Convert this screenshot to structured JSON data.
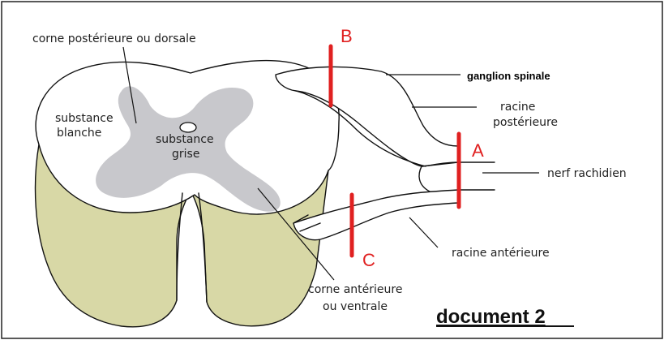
{
  "labels": {
    "corne_posterieure": "corne postérieure ou dorsale",
    "substance_blanche_1": "substance",
    "substance_blanche_2": "blanche",
    "substance_grise_1": "substance",
    "substance_grise_2": "grise",
    "ganglion_spinale": "ganglion spinale",
    "racine_posterieure_1": "racine",
    "racine_posterieure_2": "postérieure",
    "nerf_rachidien": "nerf rachidien",
    "racine_anterieure": "racine antérieure",
    "corne_anterieure_1": "corne antérieure",
    "corne_anterieure_2": "ou ventrale"
  },
  "cut_letters": {
    "a": "A",
    "b": "B",
    "c": "C"
  },
  "document_title": "document 2",
  "colors": {
    "cut_marks": "#e02020",
    "grey_matter": "#c8c8cc",
    "cord_side": "#d8d8a6"
  }
}
